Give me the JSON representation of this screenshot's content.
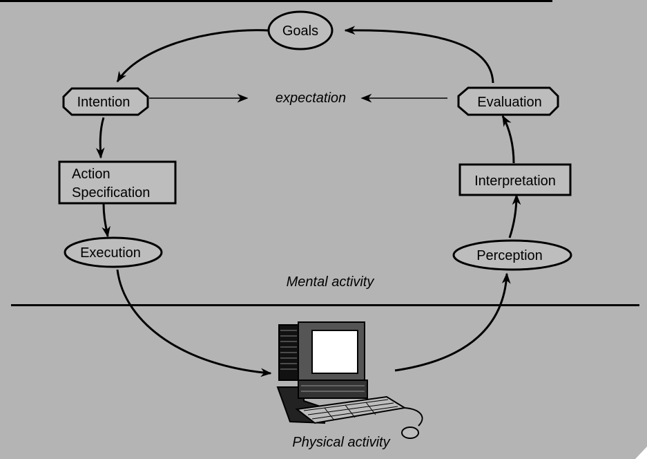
{
  "nodes": {
    "goals": "Goals",
    "intention": "Intention",
    "evaluation": "Evaluation",
    "expectation": "expectation",
    "action_line1": "Action",
    "action_line2": "Specification",
    "interpretation": "Interpretation",
    "execution": "Execution",
    "perception": "Perception"
  },
  "regions": {
    "mental": "Mental activity",
    "physical": "Physical activity"
  },
  "icons": {
    "computer": "computer-icon"
  },
  "colors": {
    "background": "#b4b4b4",
    "node_fill": "#bdbdbd",
    "stroke": "#000000",
    "screen": "#ffffff"
  }
}
